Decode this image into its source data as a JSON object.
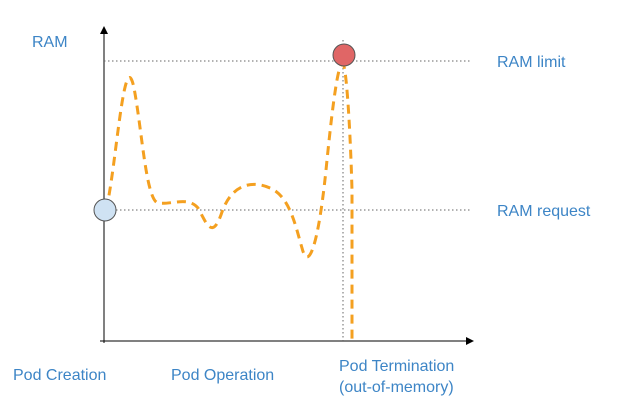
{
  "y_axis_label": "RAM",
  "guides": {
    "limit_label": "RAM limit",
    "request_label": "RAM request"
  },
  "phases": {
    "creation": "Pod Creation",
    "operation": "Pod Operation",
    "termination_line1": "Pod Termination",
    "termination_line2": "(out-of-memory)"
  },
  "colors": {
    "usage_line": "#f4a020",
    "label_text": "#3d85c6",
    "start_marker": "#cfe2f3",
    "oom_marker": "#e06666"
  },
  "icons": {
    "start": "circle-start-marker",
    "oom": "circle-oom-marker"
  }
}
